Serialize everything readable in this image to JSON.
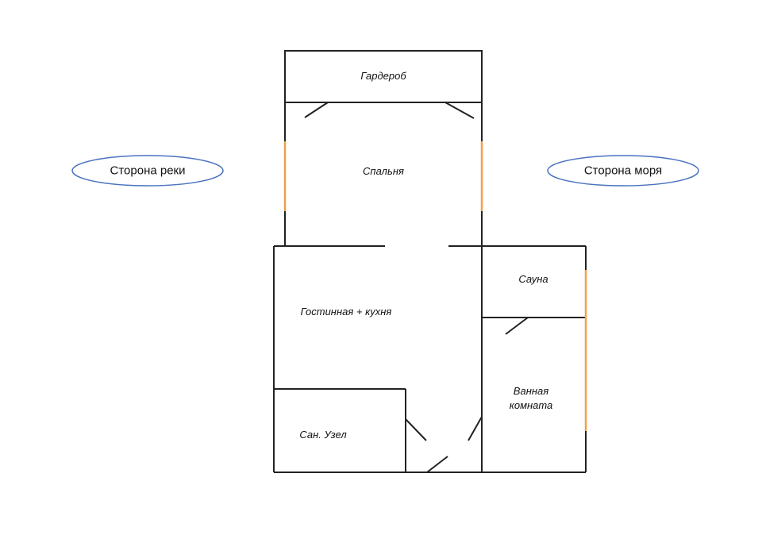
{
  "sides": {
    "river": "Сторона реки",
    "sea": "Сторона моря"
  },
  "rooms": {
    "wardrobe": "Гардероб",
    "bedroom": "Спальня",
    "living_kitchen": "Гостинная + кухня",
    "sauna": "Сауна",
    "bathroom_line1": "Ванная",
    "bathroom_line2": "комната",
    "toilet": "Сан. Узел"
  },
  "colors": {
    "wall": "#222222",
    "window": "#f0a04b",
    "ellipse": "#4a72c0"
  }
}
